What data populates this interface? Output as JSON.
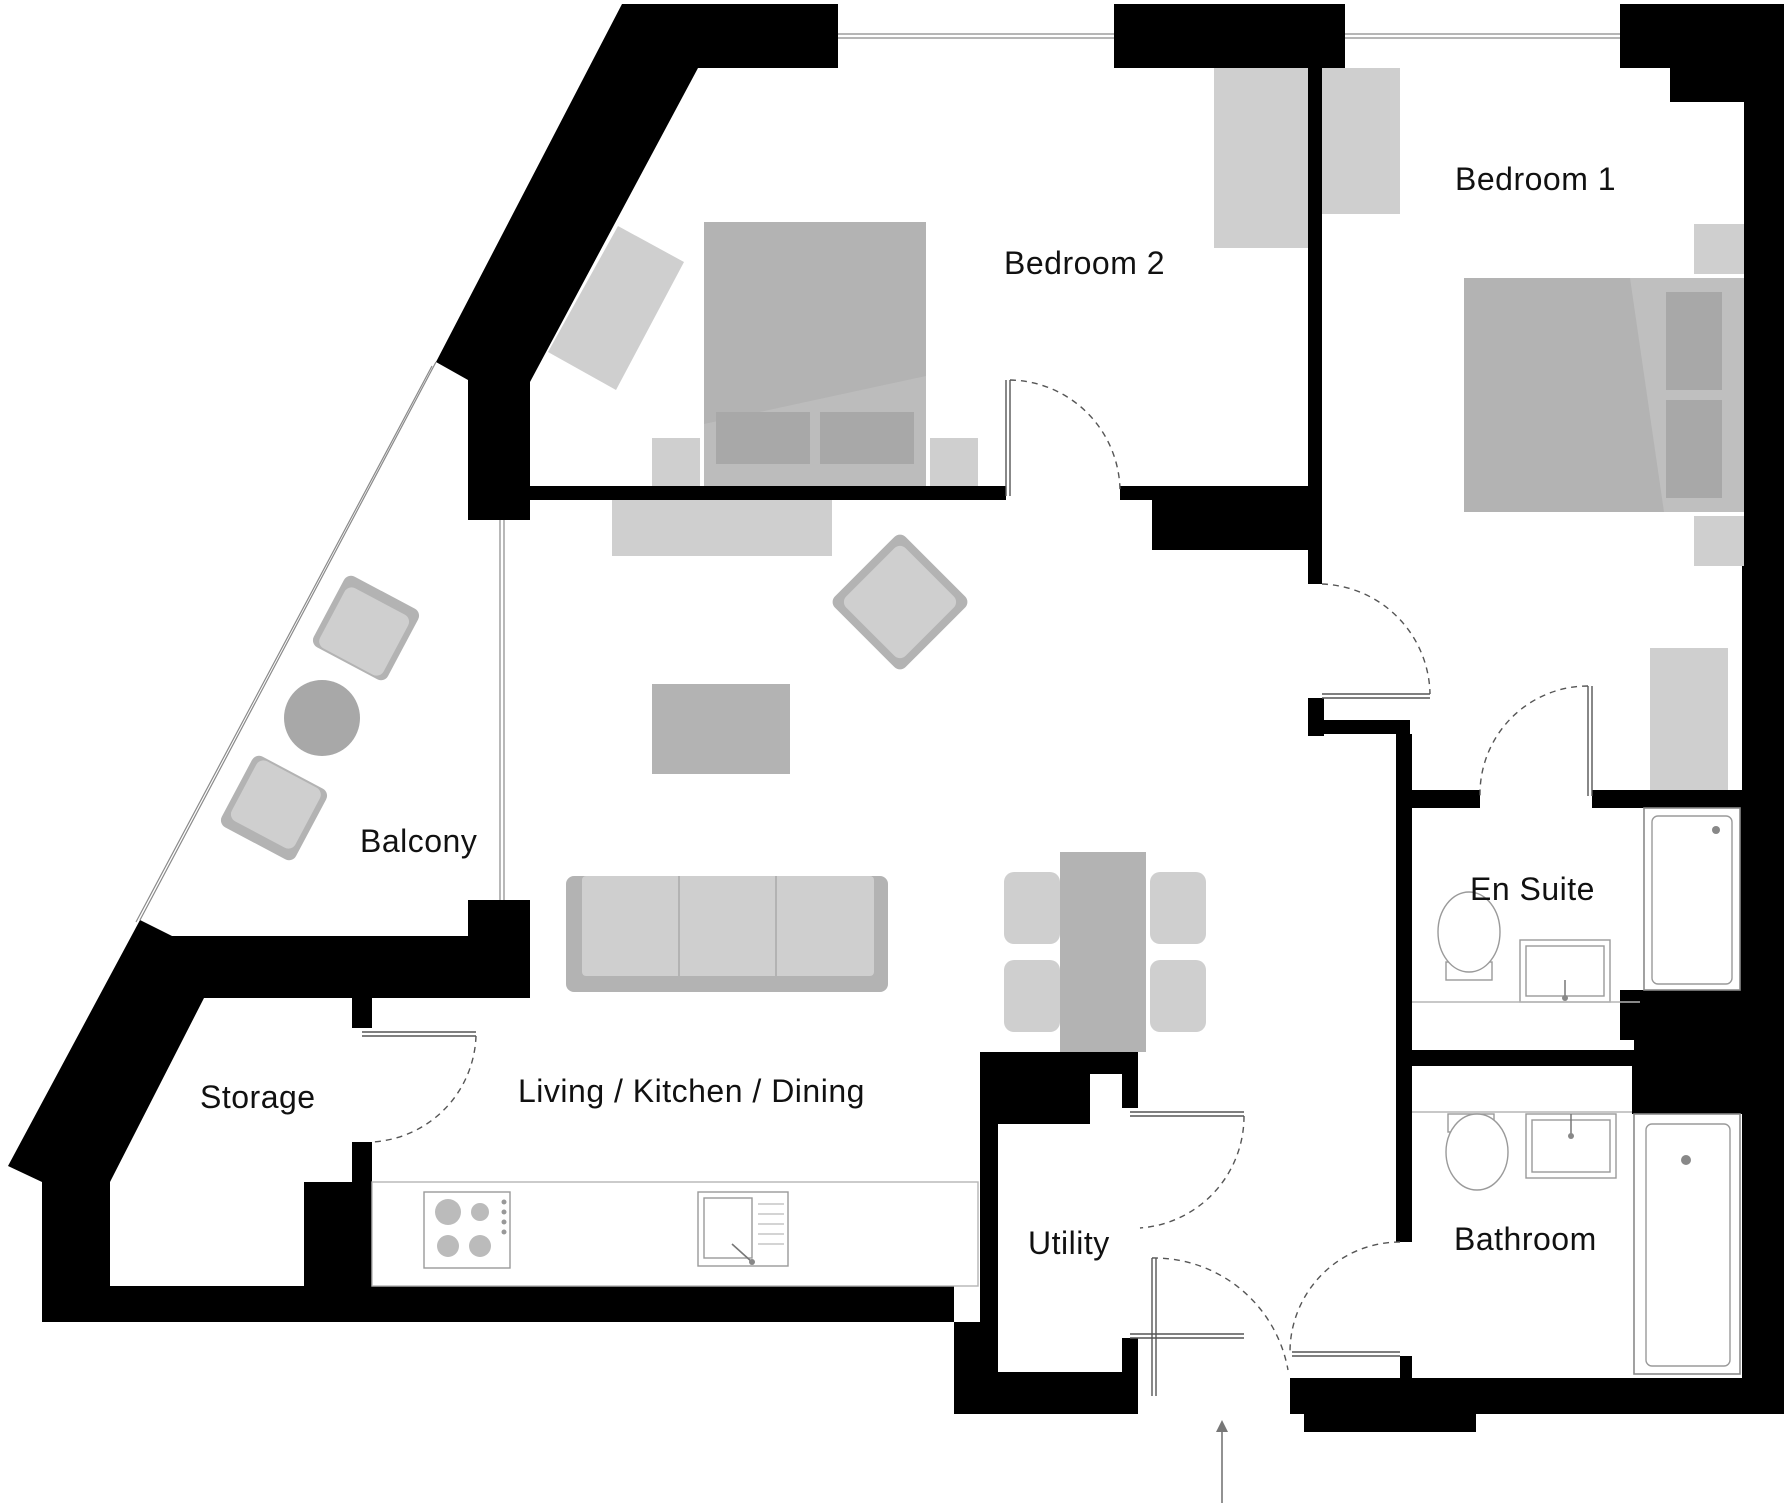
{
  "rooms": {
    "bedroom_1": "Bedroom 1",
    "bedroom_2": "Bedroom 2",
    "balcony": "Balcony",
    "en_suite": "En Suite",
    "storage": "Storage",
    "living_kitchen_dining": "Living / Kitchen / Dining",
    "utility": "Utility",
    "bathroom": "Bathroom"
  },
  "icons": {
    "entrance": "entrance-arrow-icon"
  },
  "colors": {
    "wall": "#000000",
    "furniture_light": "#cfcfcf",
    "furniture_mid": "#b3b3b3",
    "background": "#ffffff"
  }
}
